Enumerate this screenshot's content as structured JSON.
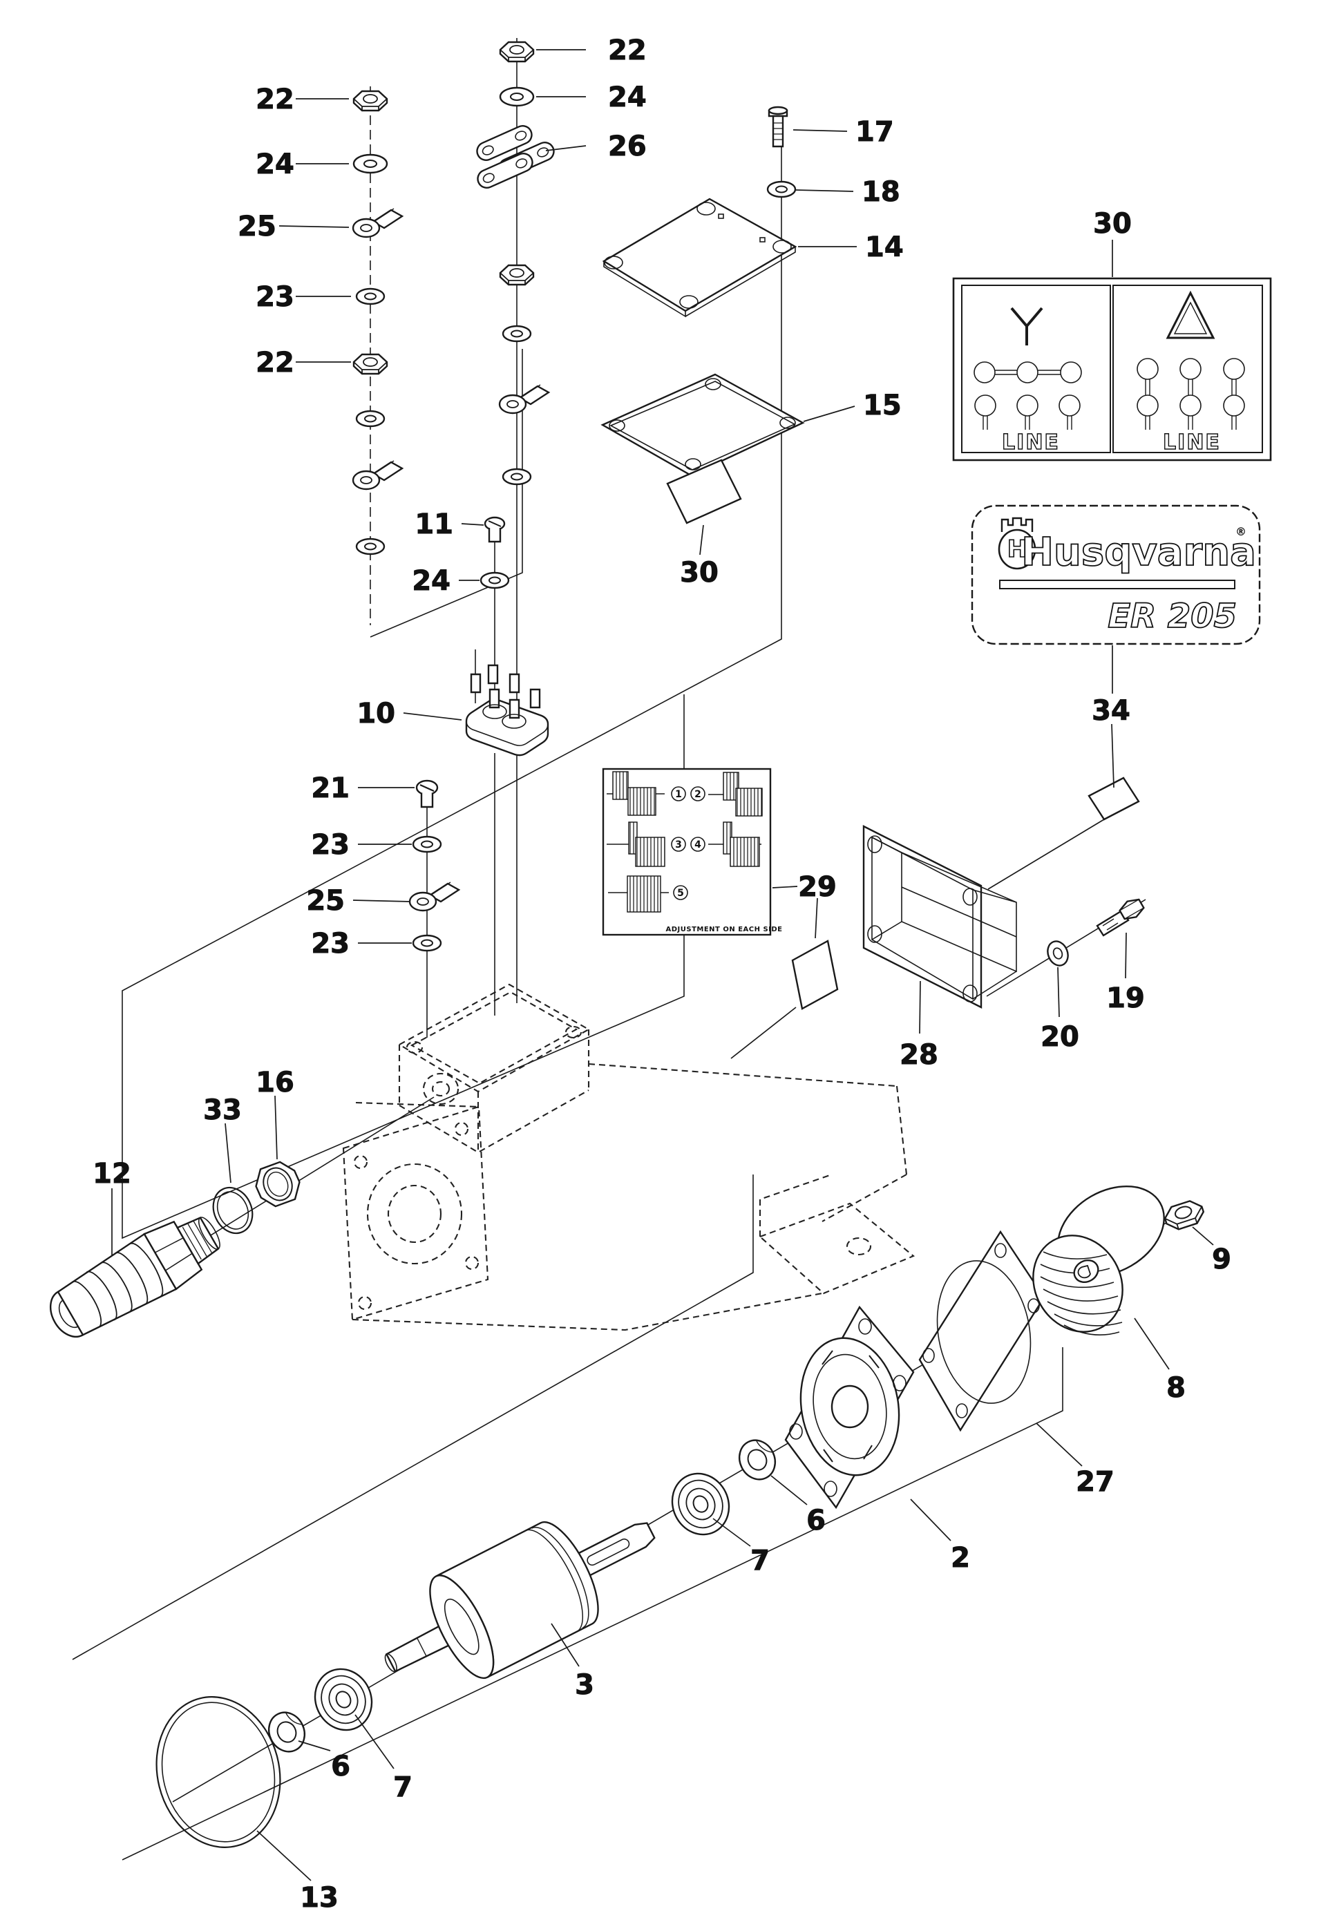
{
  "diagram": {
    "background": "#ffffff",
    "line_color": "#1a1a1a",
    "callouts": [
      {
        "label": "22"
      },
      {
        "label": "24"
      },
      {
        "label": "25"
      },
      {
        "label": "23"
      },
      {
        "label": "22"
      },
      {
        "label": "22"
      },
      {
        "label": "24"
      },
      {
        "label": "26"
      },
      {
        "label": "17"
      },
      {
        "label": "18"
      },
      {
        "label": "14"
      },
      {
        "label": "15"
      },
      {
        "label": "30"
      },
      {
        "label": "30"
      },
      {
        "label": "34"
      },
      {
        "label": "11"
      },
      {
        "label": "24"
      },
      {
        "label": "10"
      },
      {
        "label": "21"
      },
      {
        "label": "23"
      },
      {
        "label": "25"
      },
      {
        "label": "23"
      },
      {
        "label": "29"
      },
      {
        "label": "28"
      },
      {
        "label": "20"
      },
      {
        "label": "19"
      },
      {
        "label": "9"
      },
      {
        "label": "8"
      },
      {
        "label": "27"
      },
      {
        "label": "2"
      },
      {
        "label": "6"
      },
      {
        "label": "7"
      },
      {
        "label": "3"
      },
      {
        "label": "7"
      },
      {
        "label": "6"
      },
      {
        "label": "13"
      },
      {
        "label": "12"
      },
      {
        "label": "33"
      },
      {
        "label": "16"
      }
    ],
    "wiring_plate": {
      "line_left": "LINE",
      "line_right": "LINE"
    },
    "adjust_plate": {
      "items": [
        "1",
        "2",
        "3",
        "4",
        "5"
      ],
      "footer": "ADJUSTMENT ON EACH SIDE"
    },
    "badge": {
      "brand": "Husqvarna",
      "registered": "®",
      "model": "ER 205",
      "logo_letter": "H"
    }
  }
}
